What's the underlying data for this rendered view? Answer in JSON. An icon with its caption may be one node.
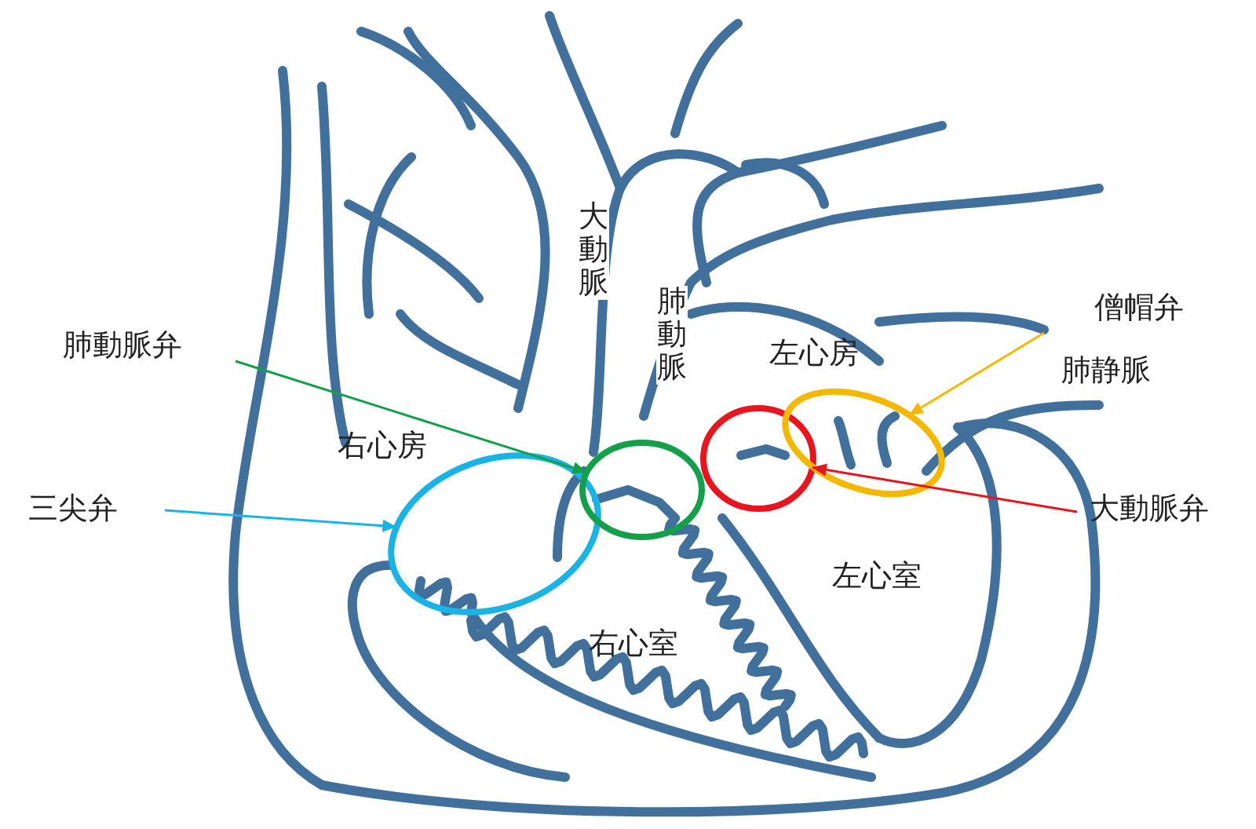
{
  "diagram": {
    "nodes": [
      {
        "text": [
          "肺動脈弁"
        ]
      },
      {
        "text": [
          "三尖弁"
        ]
      },
      {
        "text": [
          "僧帽弁"
        ]
      },
      {
        "text": [
          "大動脈弁"
        ]
      },
      {
        "text": [],
        "shape": "circle"
      },
      {
        "text": [],
        "shape": "circle"
      },
      {
        "text": [],
        "shape": "circle"
      },
      {
        "text": [],
        "shape": "circle"
      }
    ],
    "edges": [
      {
        "from": 0,
        "to": 5,
        "arrow": "to",
        "color": "#14a04a"
      },
      {
        "from": 1,
        "to": 4,
        "arrow": "to",
        "color": "#19b3e6"
      },
      {
        "from": 2,
        "to": 7,
        "arrow": "to",
        "color": "#f5b800"
      },
      {
        "from": 3,
        "to": 6,
        "arrow": "to",
        "color": "#e8141e"
      }
    ],
    "labels": [
      "大動脈",
      "肺動脈",
      "左心房",
      "右心房",
      "肺静脈",
      "左心室",
      "右心室"
    ]
  }
}
